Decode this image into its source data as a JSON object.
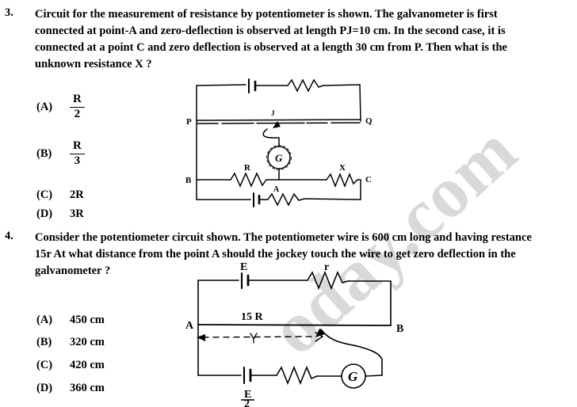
{
  "document": {
    "watermark_text": "oday.com",
    "background_color": "#ffffff",
    "ink_color": "#000000",
    "watermark_color": "#d9d9d9"
  },
  "questions": [
    {
      "number": "3.",
      "lines": [
        "Circuit for the measurement of resistance by potentiometer is shown. The galvanometer is first",
        "connected at point-A and zero-deflection is observed at length PJ=10 cm. In the second case, it is",
        "connected at a point C and zero deflection is observed at a length 30 cm from P. Then what is the",
        "unknown resistance X ?"
      ],
      "options": [
        {
          "label": "(A)",
          "type": "fraction",
          "numerator": "R",
          "denominator": "2",
          "text": "R/2"
        },
        {
          "label": "(B)",
          "type": "fraction",
          "numerator": "R",
          "denominator": "3",
          "text": "R/3"
        },
        {
          "label": "(C)",
          "type": "plain",
          "text": "2R"
        },
        {
          "label": "(D)",
          "type": "plain",
          "text": "3R"
        }
      ],
      "diagram": {
        "name": "potentiometer-resistance-measurement-circuit",
        "labels": {
          "p": "P",
          "q": "Q",
          "j": "J",
          "b": "B",
          "c": "C",
          "a": "A",
          "r": "R",
          "x": "X",
          "galvanometer": "G"
        }
      }
    },
    {
      "number": "4.",
      "lines": [
        "Consider the potentiometer circuit shown. The potentiometer wire is 600 cm long and having restance",
        "15r At what distance from the point A  should the jockey touch the wire to get zero deflection in the",
        "galvanometer ?"
      ],
      "options": [
        {
          "label": "(A)",
          "type": "plain",
          "text": "450 cm"
        },
        {
          "label": "(B)",
          "type": "plain",
          "text": "320 cm"
        },
        {
          "label": "(C)",
          "type": "plain",
          "text": "420 cm"
        },
        {
          "label": "(D)",
          "type": "plain",
          "text": "360 cm"
        }
      ],
      "diagram": {
        "name": "potentiometer-jockey-circuit",
        "labels": {
          "e": "E",
          "r": "r",
          "a": "A",
          "b": "B",
          "wire": "15 R",
          "galvanometer": "G",
          "source_num": "E",
          "source_den": "2"
        }
      }
    }
  ]
}
